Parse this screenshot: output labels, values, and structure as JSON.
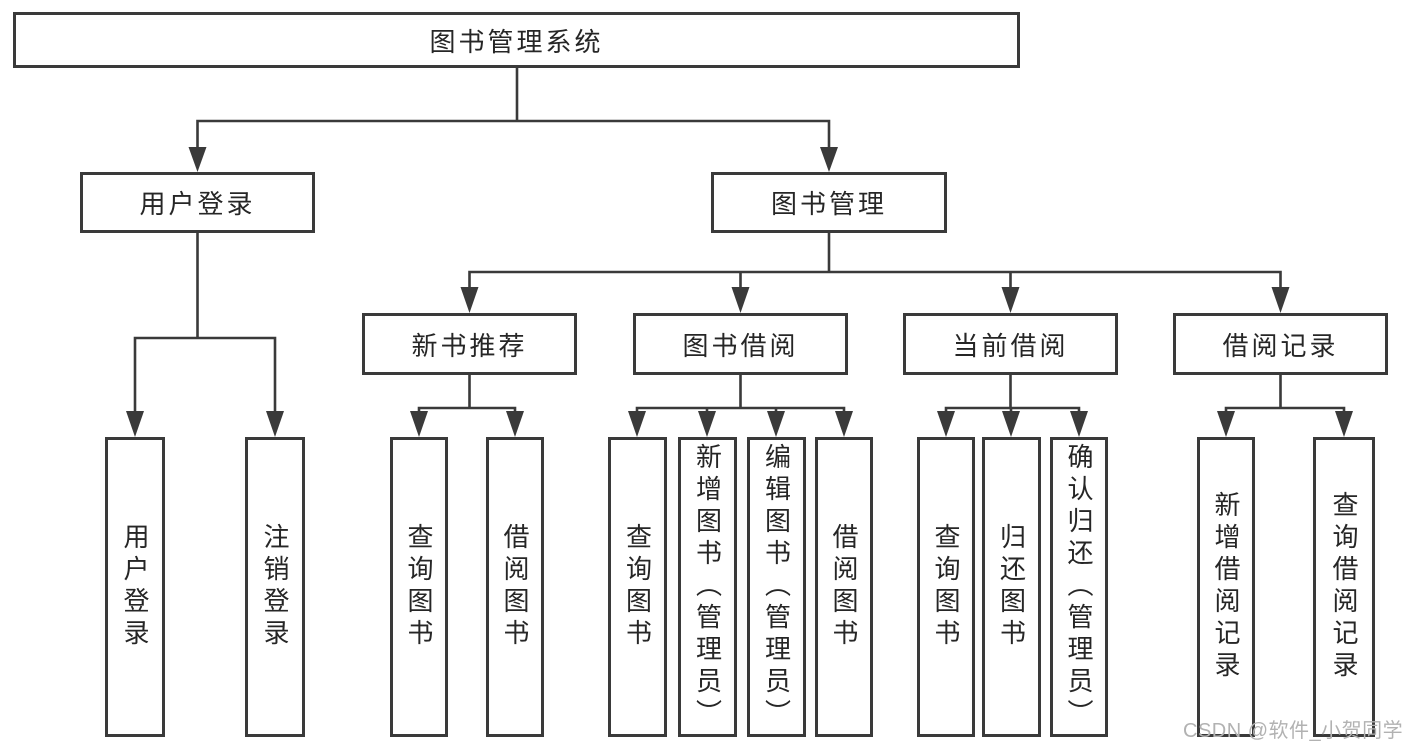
{
  "diagram": {
    "root": {
      "label": "图书管理系统"
    },
    "level2": [
      {
        "label": "用户登录"
      },
      {
        "label": "图书管理"
      }
    ],
    "level3": [
      {
        "label": "新书推荐"
      },
      {
        "label": "图书借阅"
      },
      {
        "label": "当前借阅"
      },
      {
        "label": "借阅记录"
      }
    ],
    "leaves": {
      "user_login": [
        {
          "label": "用户登录"
        },
        {
          "label": "注销登录"
        }
      ],
      "new_book_recommend": [
        {
          "label": "查询图书"
        },
        {
          "label": "借阅图书"
        }
      ],
      "book_borrow": [
        {
          "label": "查询图书"
        },
        {
          "label": "新增图书（管理员）"
        },
        {
          "label": "编辑图书（管理员）"
        },
        {
          "label": "借阅图书"
        }
      ],
      "current_borrow": [
        {
          "label": "查询图书"
        },
        {
          "label": "归还图书"
        },
        {
          "label": "确认归还（管理员）"
        }
      ],
      "borrow_records": [
        {
          "label": "新增借阅记录"
        },
        {
          "label": "查询借阅记录"
        }
      ]
    }
  },
  "watermark": {
    "text": "CSDN @软件_小贺同学"
  },
  "colors": {
    "line": "#3a3a3a",
    "border": "#3a3a3a",
    "text": "#262626",
    "watermark": "#b2b2b2",
    "background": "#ffffff"
  }
}
